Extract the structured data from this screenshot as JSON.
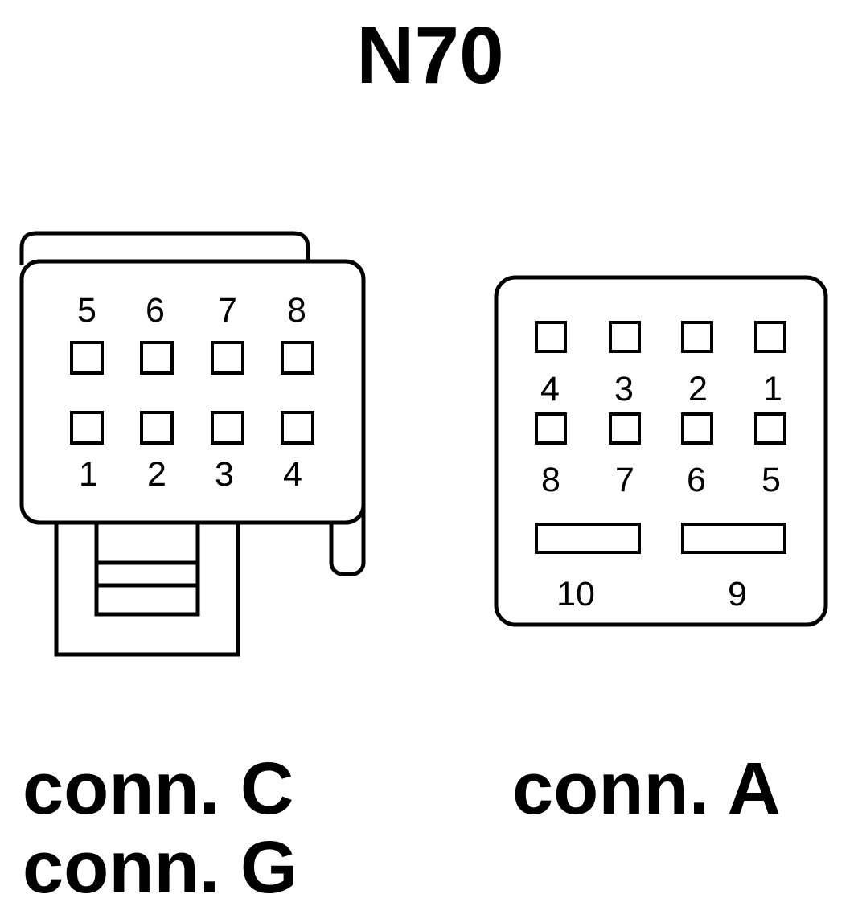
{
  "title": "N70",
  "left_connector": {
    "top_row_labels": [
      "5",
      "6",
      "7",
      "8"
    ],
    "bottom_row_labels": [
      "1",
      "2",
      "3",
      "4"
    ],
    "captions": [
      "conn. C",
      "conn. G"
    ]
  },
  "right_connector": {
    "top_row_labels": [
      "4",
      "3",
      "2",
      "1"
    ],
    "bottom_row_labels": [
      "8",
      "7",
      "6",
      "5"
    ],
    "slot_labels": [
      "10",
      "9"
    ],
    "caption": "conn. A"
  },
  "colors": {
    "line": "#000000",
    "background": "#ffffff"
  }
}
